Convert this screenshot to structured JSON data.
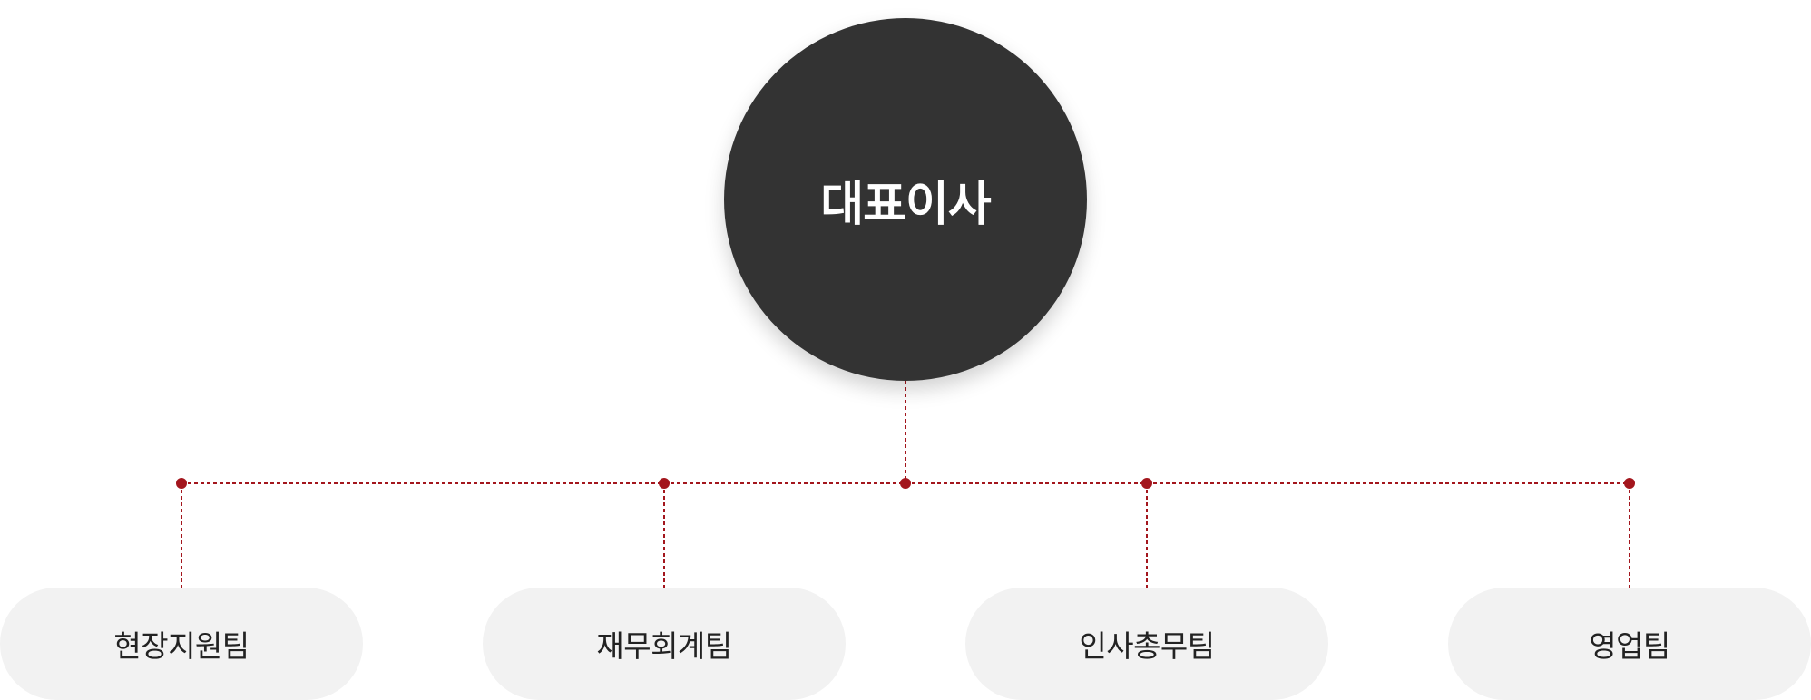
{
  "org_chart": {
    "ceo": {
      "label": "대표이사"
    },
    "teams": [
      {
        "label": "현장지원팀"
      },
      {
        "label": "재무회계팀"
      },
      {
        "label": "인사총무팀"
      },
      {
        "label": "영업팀"
      }
    ]
  },
  "colors": {
    "ceo_fill": "#333333",
    "team_fill": "#f2f2f2",
    "connector": "#a3161d"
  }
}
